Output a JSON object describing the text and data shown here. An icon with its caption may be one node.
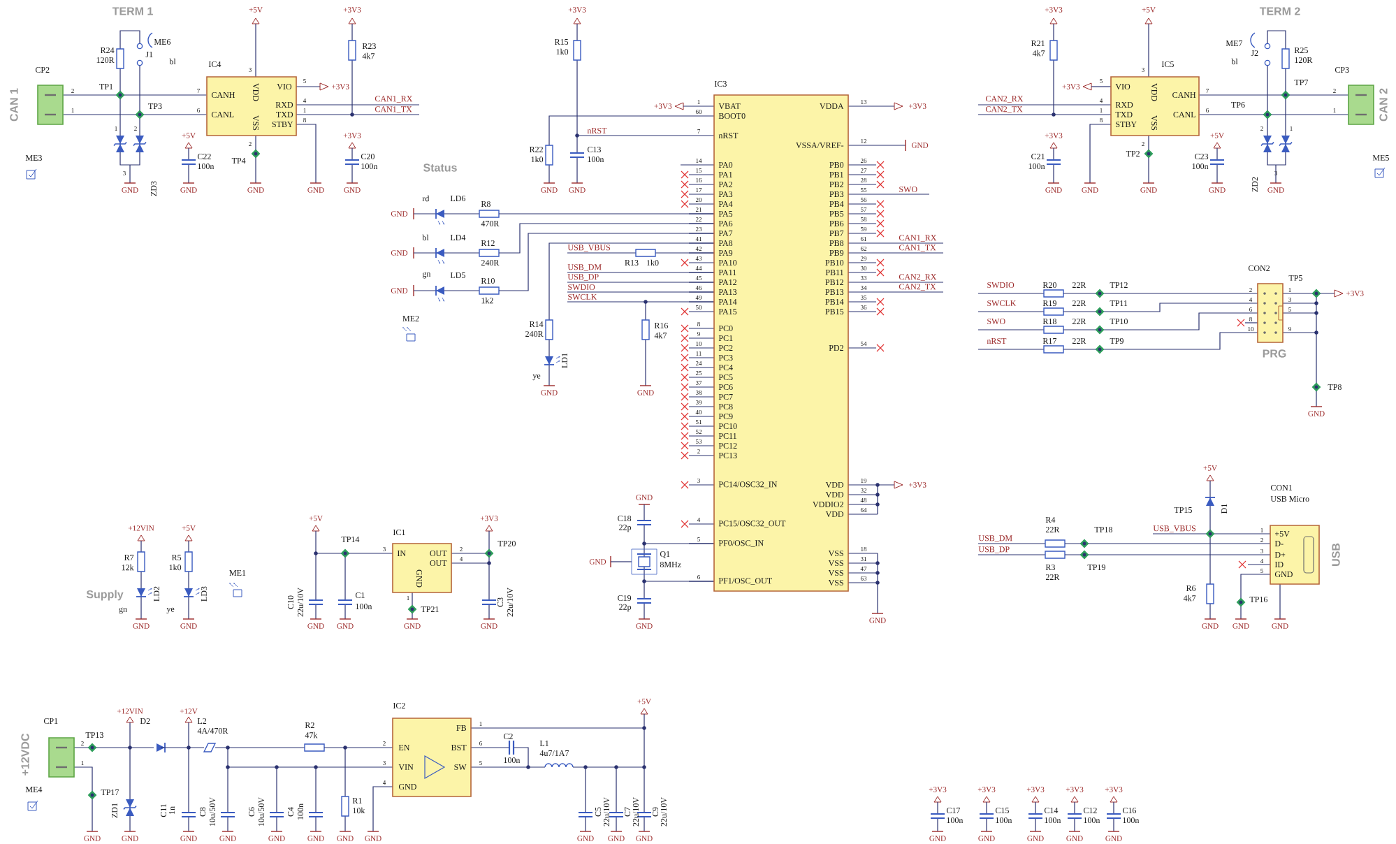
{
  "diagram": {
    "nodes": [
      {
        "text": [],
        "shape": "box",
        "beside": [
          "CP2",
          "CAN 1"
        ]
      },
      {
        "text": [
          "IC4",
          "CANH",
          "CANL",
          "VDD",
          "VSS",
          "VIO",
          "RXD",
          "TXD",
          "STBY"
        ]
      },
      {
        "text": [
          "IC3",
          "VBAT",
          "BOOT0",
          "nRST",
          "PA0",
          "PA1",
          "PA2",
          "PA3",
          "PA4",
          "PA5",
          "PA6",
          "PA7",
          "PA8",
          "PA9",
          "PA10",
          "PA11",
          "PA12",
          "PA13",
          "PA14",
          "PA15",
          "PC0",
          "PC1",
          "PC2",
          "PC3",
          "PC4",
          "PC5",
          "PC6",
          "PC7",
          "PC8",
          "PC9",
          "PC10",
          "PC11",
          "PC12",
          "PC13",
          "PC14/OSC32_IN",
          "PC15/OSC32_OUT",
          "PF0/OSC_IN",
          "PF1/OSC_OUT",
          "VDDA",
          "VSSA/VREF-",
          "PB0",
          "PB1",
          "PB2",
          "PB3",
          "PB4",
          "PB5",
          "PB6",
          "PB7",
          "PB8",
          "PB9",
          "PB10",
          "PB11",
          "PB12",
          "PB13",
          "PB14",
          "PB15",
          "PD2",
          "VDD",
          "VDD",
          "VDDIO2",
          "VDD",
          "VSS",
          "VSS",
          "VSS",
          "VSS"
        ]
      },
      {
        "text": [
          "IC5",
          "VIO",
          "RXD",
          "TXD",
          "STBY",
          "VDD",
          "VSS",
          "CANH",
          "CANL"
        ]
      },
      {
        "text": [],
        "shape": "box",
        "beside": [
          "CP3",
          "CAN 2"
        ]
      },
      {
        "text": [],
        "shape": "box",
        "beside": [
          "CON2"
        ]
      },
      {
        "text": [
          "CON1",
          "USB Micro",
          "+5V",
          "D-",
          "D+",
          "ID",
          "GND"
        ]
      },
      {
        "text": [
          "IC1",
          "IN",
          "OUT",
          "OUT",
          "GND"
        ]
      },
      {
        "text": [],
        "shape": "box",
        "beside": [
          "CP1",
          "+12VDC"
        ]
      },
      {
        "text": [
          "IC2",
          "EN",
          "VIN",
          "GND",
          "FB",
          "BST",
          "SW"
        ]
      }
    ],
    "edges": [
      {
        "from": 0,
        "to": 1,
        "arrow": "none"
      },
      {
        "from": 0,
        "to": 1,
        "arrow": "none"
      },
      {
        "from": 3,
        "to": 4,
        "arrow": "none"
      },
      {
        "from": 3,
        "to": 4,
        "arrow": "none"
      }
    ],
    "labels": [
      "1",
      "60",
      "7",
      "14",
      "15",
      "16",
      "17",
      "20",
      "21",
      "22",
      "23",
      "41",
      "42",
      "43",
      "44",
      "45",
      "46",
      "49",
      "50",
      "8",
      "9",
      "10",
      "11",
      "24",
      "25",
      "37",
      "38",
      "39",
      "40",
      "51",
      "52",
      "53",
      "2",
      "3",
      "4",
      "5",
      "6",
      "13",
      "12",
      "26",
      "27",
      "28",
      "55",
      "56",
      "57",
      "58",
      "59",
      "61",
      "62",
      "29",
      "30",
      "33",
      "34",
      "35",
      "36",
      "54",
      "19",
      "32",
      "48",
      "64",
      "18",
      "31",
      "47",
      "63",
      "TERM 1",
      "2",
      "1",
      "ME3",
      "R24",
      "120R",
      "ME6",
      "J1",
      "bl",
      "TP1",
      "TP3",
      "1",
      "2",
      "3",
      "ZD3",
      "+5V",
      "+3V3",
      "R23",
      "4k7",
      "7",
      "6",
      "3",
      "5",
      "+3V3",
      "4",
      "1",
      "8",
      "CAN1_RX",
      "CAN1_TX",
      "2",
      "TP4",
      "+5V",
      "C22",
      "100n",
      "+3V3",
      "C20",
      "100n",
      "GND",
      "GND",
      "GND",
      "GND",
      "GND",
      "+3V3",
      "R15",
      "1k0",
      "R22",
      "1k0",
      "C13",
      "100n",
      "nRST",
      "GND",
      "GND",
      "+3V3",
      "+3V3",
      "GND",
      "SWO",
      "CAN1_RX",
      "CAN1_TX",
      "CAN2_RX",
      "CAN2_TX",
      "Status",
      "GND",
      "rd",
      "LD6",
      "R8",
      "470R",
      "GND",
      "bl",
      "LD4",
      "R12",
      "240R",
      "GND",
      "gn",
      "LD5",
      "R10",
      "1k2",
      "ME2",
      "R14",
      "240R",
      "LD1",
      "ye",
      "GND",
      "USB_VBUS",
      "R13",
      "1k0",
      "USB_DM",
      "USB_DP",
      "SWDIO",
      "SWCLK",
      "R16",
      "4k7",
      "GND",
      "+3V3",
      "GND",
      "GND",
      "C18",
      "22p",
      "GND",
      "Q1",
      "8MHz",
      "C19",
      "22p",
      "GND",
      "+3V3",
      "R21",
      "4k7",
      "+5V",
      "TERM 2",
      "ME7",
      "J2",
      "bl",
      "R25",
      "120R",
      "TP7",
      "TP6",
      "2",
      "1",
      "ME5",
      "5",
      "+3V3",
      "4",
      "1",
      "8",
      "3",
      "2",
      "7",
      "6",
      "CAN2_RX",
      "CAN2_TX",
      "+3V3",
      "C21",
      "100n",
      "TP2",
      "+5V",
      "C23",
      "100n",
      "2",
      "1",
      "3",
      "ZD2",
      "GND",
      "GND",
      "GND",
      "GND",
      "GND",
      "SWDIO",
      "R20",
      "22R",
      "TP12",
      "SWCLK",
      "R19",
      "22R",
      "TP11",
      "SWO",
      "R18",
      "22R",
      "TP10",
      "nRST",
      "R17",
      "22R",
      "TP9",
      "2",
      "4",
      "6",
      "8",
      "10",
      "1",
      "3",
      "5",
      "9",
      "TP5",
      "+3V3",
      "PRG",
      "TP8",
      "GND",
      "USB_DM",
      "USB_DP",
      "R4",
      "22R",
      "R3",
      "22R",
      "TP18",
      "TP19",
      "TP15",
      "+5V",
      "D1",
      "USB_VBUS",
      "1",
      "2",
      "3",
      "4",
      "5",
      "USB",
      "R6",
      "4k7",
      "TP16",
      "GND",
      "GND",
      "GND",
      "+12VIN",
      "+5V",
      "R7",
      "12k",
      "R5",
      "1k0",
      "Supply",
      "LD2",
      "gn",
      "LD3",
      "ye",
      "GND",
      "GND",
      "ME1",
      "+5V",
      "TP14",
      "3",
      "2",
      "4",
      "1",
      "+3V3",
      "TP20",
      "TP21",
      "C10",
      "22u/10V",
      "C1",
      "100n",
      "C3",
      "22u/10V",
      "GND",
      "GND",
      "GND",
      "GND",
      "2",
      "1",
      "TP13",
      "ME4",
      "TP17",
      "+12VIN",
      "D2",
      "+12V",
      "L2",
      "4A/470R",
      "R2",
      "47k",
      "2",
      "3",
      "4",
      "1",
      "6",
      "5",
      "C2",
      "100n",
      "L1",
      "4u7/1A7",
      "+5V",
      "R1",
      "10k",
      "ZD1",
      "C11",
      "1n",
      "C8",
      "10u/50V",
      "C6",
      "10u/50V",
      "C4",
      "100n",
      "C5",
      "22u/10V",
      "C7",
      "22u/10V",
      "C9",
      "22u/10V",
      "GND",
      "GND",
      "GND",
      "GND",
      "GND",
      "GND",
      "GND",
      "GND",
      "GND",
      "GND",
      "GND",
      "+3V3",
      "C17",
      "100n",
      "+3V3",
      "C15",
      "100n",
      "+3V3",
      "C14",
      "100n",
      "+3V3",
      "C12",
      "100n",
      "+3V3",
      "C16",
      "100n",
      "GND",
      "GND",
      "GND",
      "GND",
      "GND"
    ]
  }
}
